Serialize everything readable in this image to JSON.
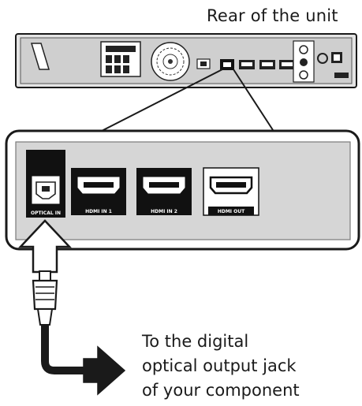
{
  "rear_caption": "Rear of the unit",
  "destination_caption_lines": [
    "To the digital",
    "optical output jack",
    "of your component"
  ],
  "ports": {
    "optical_in": "OPTICAL IN",
    "hdmi_in_1": "HDMI IN 1",
    "hdmi_in_2": "HDMI IN 2",
    "hdmi_out": "HDMI OUT"
  },
  "colors": {
    "ink": "#1a1a1a",
    "panel_gray": "#d9d9d9",
    "port_black": "#111111",
    "white": "#ffffff"
  },
  "icons": [
    "optical-jack-icon",
    "hdmi-port-icon",
    "up-arrow-icon",
    "right-arrow-icon",
    "optical-plug-icon"
  ]
}
